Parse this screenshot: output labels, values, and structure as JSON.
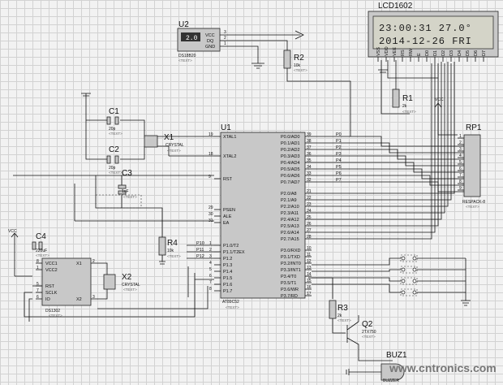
{
  "lcd": {
    "ref": "LCD1602",
    "line1": "23:00:31  27.0°",
    "line2": "2014-12-26  FRI",
    "pins": [
      "VSS",
      "VDD",
      "VEE",
      "RS",
      "RW",
      "E",
      "D0",
      "D1",
      "D2",
      "D3",
      "D4",
      "D5",
      "D6",
      "D7"
    ]
  },
  "u2": {
    "ref": "U2",
    "part": "DS18B20",
    "txt": "<TEXT>",
    "display": "2.0",
    "pins": [
      "VCC",
      "DQ",
      "GND"
    ],
    "pin_nums": [
      "3",
      "2",
      "1"
    ]
  },
  "r2": {
    "ref": "R2",
    "val": "10k",
    "txt": "<TEXT>"
  },
  "r1": {
    "ref": "R1",
    "val": "2k",
    "txt": "<TEXT>"
  },
  "r3": {
    "ref": "R3",
    "val": "2k",
    "txt": "<TEXT>"
  },
  "r4": {
    "ref": "R4",
    "val": "10k",
    "txt": "<TEXT>"
  },
  "c1": {
    "ref": "C1",
    "val": "20p",
    "txt": "<TEXT>"
  },
  "c2": {
    "ref": "C2",
    "val": "20p",
    "txt": "<TEXT>"
  },
  "c3": {
    "ref": "C3",
    "val": "1uF",
    "txt": "<TEXT>"
  },
  "c4": {
    "ref": "C4",
    "val": "220uF",
    "txt": "<TEXT>"
  },
  "x1": {
    "ref": "X1",
    "val": "CRYSTAL",
    "txt": "<TEXT>"
  },
  "x2": {
    "ref": "X2",
    "val": "CRYSTAL",
    "txt": "<TEXT>"
  },
  "q2": {
    "ref": "Q2",
    "val": "2TX750",
    "txt": "<TEXT>"
  },
  "buz1": {
    "ref": "BUZ1",
    "val": "BUZZER",
    "txt": "<TEXT>"
  },
  "rp1": {
    "ref": "RP1",
    "val": "RESPACK-8",
    "txt": "<TEXT>"
  },
  "vcc_rp": "VCC",
  "vcc_c4": "VCC",
  "u1": {
    "ref": "U1",
    "part": "AT89C52",
    "txt": "<TEXT>",
    "left_pins": [
      [
        "19",
        "XTAL1"
      ],
      [
        "18",
        "XTAL2"
      ],
      [
        "9",
        "RST"
      ],
      [
        "29",
        "PSEN"
      ],
      [
        "30",
        "ALE"
      ],
      [
        "31",
        "EA"
      ]
    ],
    "p1_pins": [
      [
        "1",
        "P1.0/T2"
      ],
      [
        "2",
        "P1.1/T2EX"
      ],
      [
        "3",
        "P1.2"
      ],
      [
        "4",
        "P1.3"
      ],
      [
        "5",
        "P1.4"
      ],
      [
        "6",
        "P1.5"
      ],
      [
        "7",
        "P1.6"
      ],
      [
        "8",
        "P1.7"
      ]
    ],
    "p0_pins": [
      [
        "39",
        "P0.0/AD0"
      ],
      [
        "38",
        "P0.1/AD1"
      ],
      [
        "37",
        "P0.2/AD2"
      ],
      [
        "36",
        "P0.3/AD3"
      ],
      [
        "35",
        "P0.4/AD4"
      ],
      [
        "34",
        "P0.5/AD5"
      ],
      [
        "33",
        "P0.6/AD6"
      ],
      [
        "32",
        "P0.7/AD7"
      ]
    ],
    "p2_pins": [
      [
        "21",
        "P2.0/A8"
      ],
      [
        "22",
        "P2.1/A9"
      ],
      [
        "23",
        "P2.2/A10"
      ],
      [
        "24",
        "P2.3/A11"
      ],
      [
        "25",
        "P2.4/A12"
      ],
      [
        "26",
        "P2.5/A13"
      ],
      [
        "27",
        "P2.6/A14"
      ],
      [
        "28",
        "P2.7/A15"
      ]
    ],
    "p3_pins": [
      [
        "10",
        "P3.0/RXD"
      ],
      [
        "11",
        "P3.1/TXD"
      ],
      [
        "12",
        "P3.2/INT0"
      ],
      [
        "13",
        "P3.3/INT1"
      ],
      [
        "14",
        "P3.4/T0"
      ],
      [
        "15",
        "P3.5/T1"
      ],
      [
        "16",
        "P3.6/WR"
      ],
      [
        "17",
        "P3.7/RD"
      ]
    ]
  },
  "net_p0": [
    "P0",
    "P1",
    "P2",
    "P3",
    "P4",
    "P5",
    "P6",
    "P7"
  ],
  "net_p1": [
    "P10",
    "P11",
    "P12"
  ],
  "ds1302": {
    "ref": "DS1302",
    "txt": "<TEXT>",
    "left_pins": [
      "VCC1",
      "VCC2",
      "RST",
      "SCLK",
      "IO"
    ],
    "right_pins": [
      "X1",
      "X2"
    ],
    "left_nums": [
      "8",
      "1",
      "5",
      "7",
      "6"
    ],
    "right_nums": [
      "2",
      "3"
    ]
  },
  "watermark": "www.cntronics.com"
}
